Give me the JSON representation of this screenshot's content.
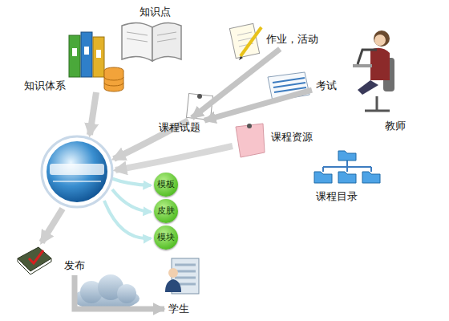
{
  "diagram": {
    "nodes": [
      {
        "text": [
          "知识点"
        ]
      },
      {
        "text": [
          "作业，活动"
        ]
      },
      {
        "text": [
          "知识体系"
        ]
      },
      {
        "text": [
          "考试"
        ]
      },
      {
        "text": [
          "课程试题"
        ]
      },
      {
        "text": [
          "教师"
        ]
      },
      {
        "text": [
          "课程资源"
        ]
      },
      {
        "text": [
          "课程目录"
        ]
      },
      {
        "text": [
          "模板"
        ]
      },
      {
        "text": [
          "皮肤"
        ]
      },
      {
        "text": [
          "模块"
        ]
      },
      {
        "text": [
          "发布"
        ]
      },
      {
        "text": [
          "学生"
        ]
      }
    ],
    "edges": [
      {
        "from": 1,
        "to": 4,
        "arrow": "to"
      },
      {
        "from": 3,
        "to": 4,
        "arrow": "to"
      },
      {
        "from": 11,
        "to": 12,
        "arrow": "to"
      }
    ]
  }
}
